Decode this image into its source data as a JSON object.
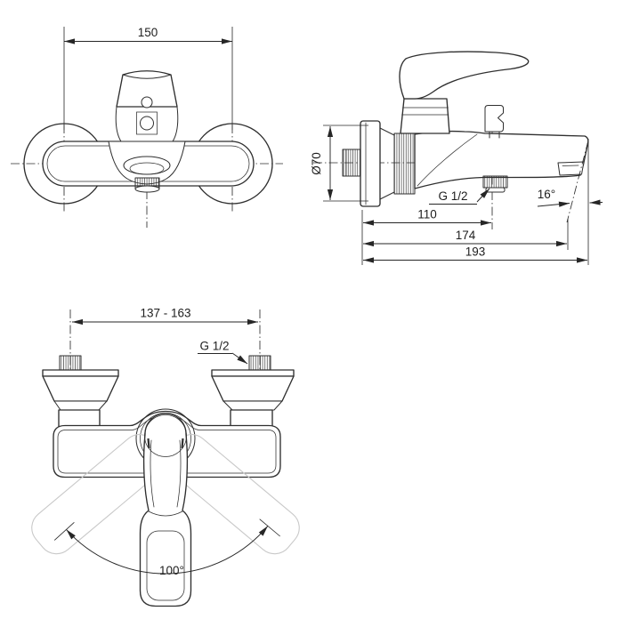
{
  "colors": {
    "line": "#2f2f2f",
    "dim": "#262626",
    "text": "#1e1e1e",
    "ghost": "#c9c9c9",
    "bg": "#ffffff"
  },
  "views": {
    "front": {
      "dims": {
        "width": "150"
      }
    },
    "side": {
      "dims": {
        "diameter": "Ø70",
        "outlet_offset": "110",
        "spout_reach": "174",
        "total_depth": "193"
      },
      "labels": {
        "thread": "G 1/2",
        "spout_angle": "16°"
      }
    },
    "top": {
      "dims": {
        "centers_range": "137 - 163"
      },
      "labels": {
        "thread": "G 1/2",
        "swing_angle": "100°"
      }
    }
  }
}
